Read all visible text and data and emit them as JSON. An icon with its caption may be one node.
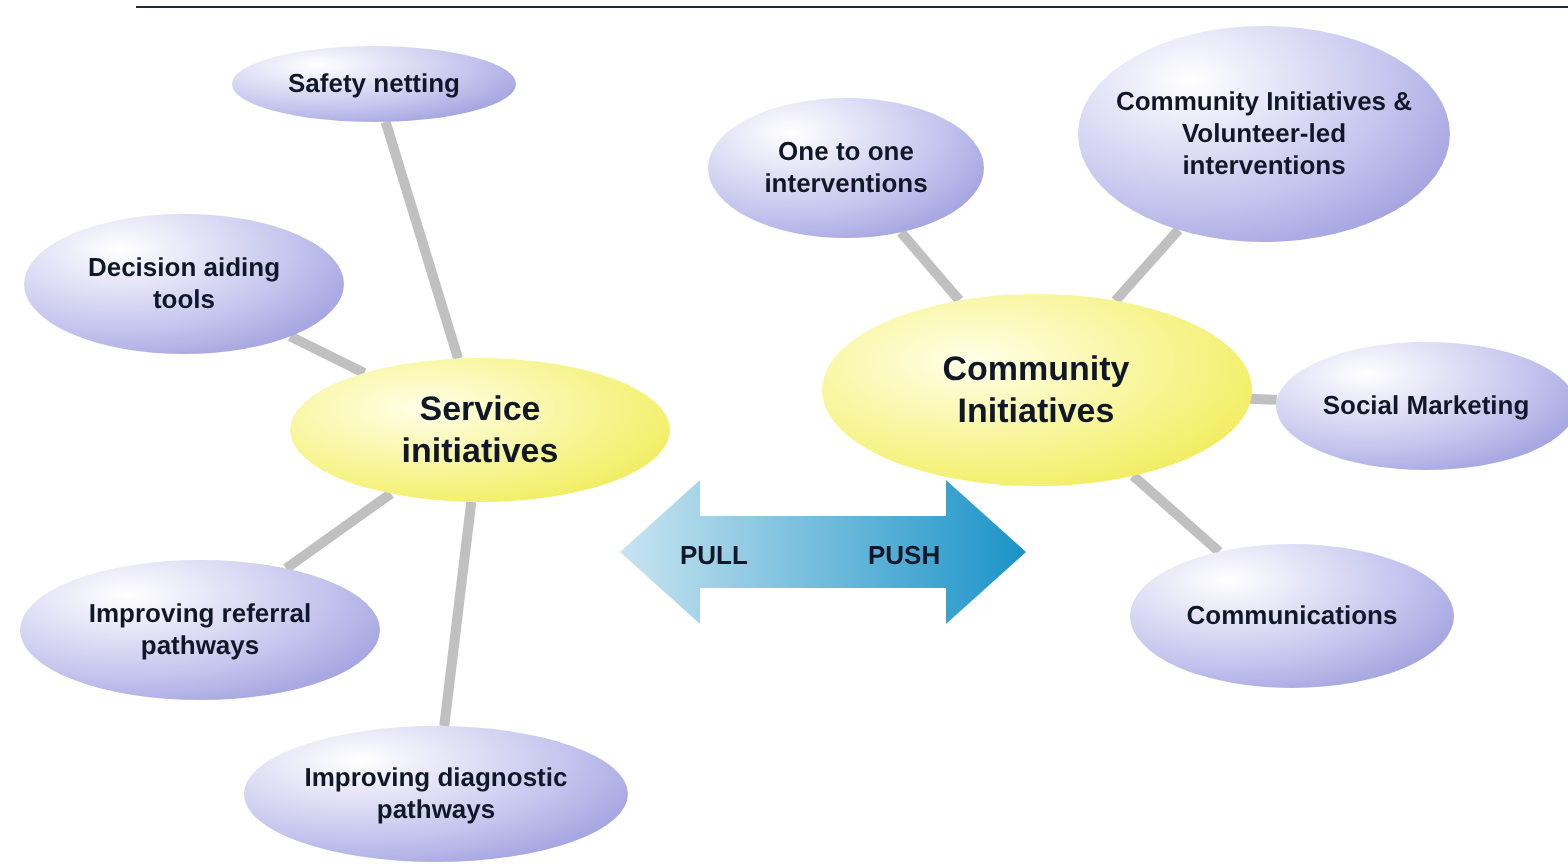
{
  "diagram": {
    "nodes": [
      {
        "text": [
          "Service initiatives"
        ]
      },
      {
        "text": [
          "Safety netting"
        ]
      },
      {
        "text": [
          "Decision aiding tools"
        ]
      },
      {
        "text": [
          "Improving referral pathways"
        ]
      },
      {
        "text": [
          "Improving diagnostic pathways"
        ]
      },
      {
        "text": [
          "Community Initiatives"
        ]
      },
      {
        "text": [
          "One to one interventions"
        ]
      },
      {
        "text": [
          "Community Initiatives & Volunteer-led interventions"
        ]
      },
      {
        "text": [
          "Social Marketing"
        ]
      },
      {
        "text": [
          "Communications"
        ]
      }
    ],
    "edges": [
      {
        "from": 0,
        "to": 1,
        "arrow": "none"
      },
      {
        "from": 0,
        "to": 2,
        "arrow": "none"
      },
      {
        "from": 0,
        "to": 3,
        "arrow": "none"
      },
      {
        "from": 0,
        "to": 4,
        "arrow": "none"
      },
      {
        "from": 5,
        "to": 6,
        "arrow": "none"
      },
      {
        "from": 5,
        "to": 7,
        "arrow": "none"
      },
      {
        "from": 5,
        "to": 8,
        "arrow": "none"
      },
      {
        "from": 5,
        "to": 9,
        "arrow": "none"
      }
    ],
    "labels": [
      "PULL",
      "PUSH"
    ]
  }
}
